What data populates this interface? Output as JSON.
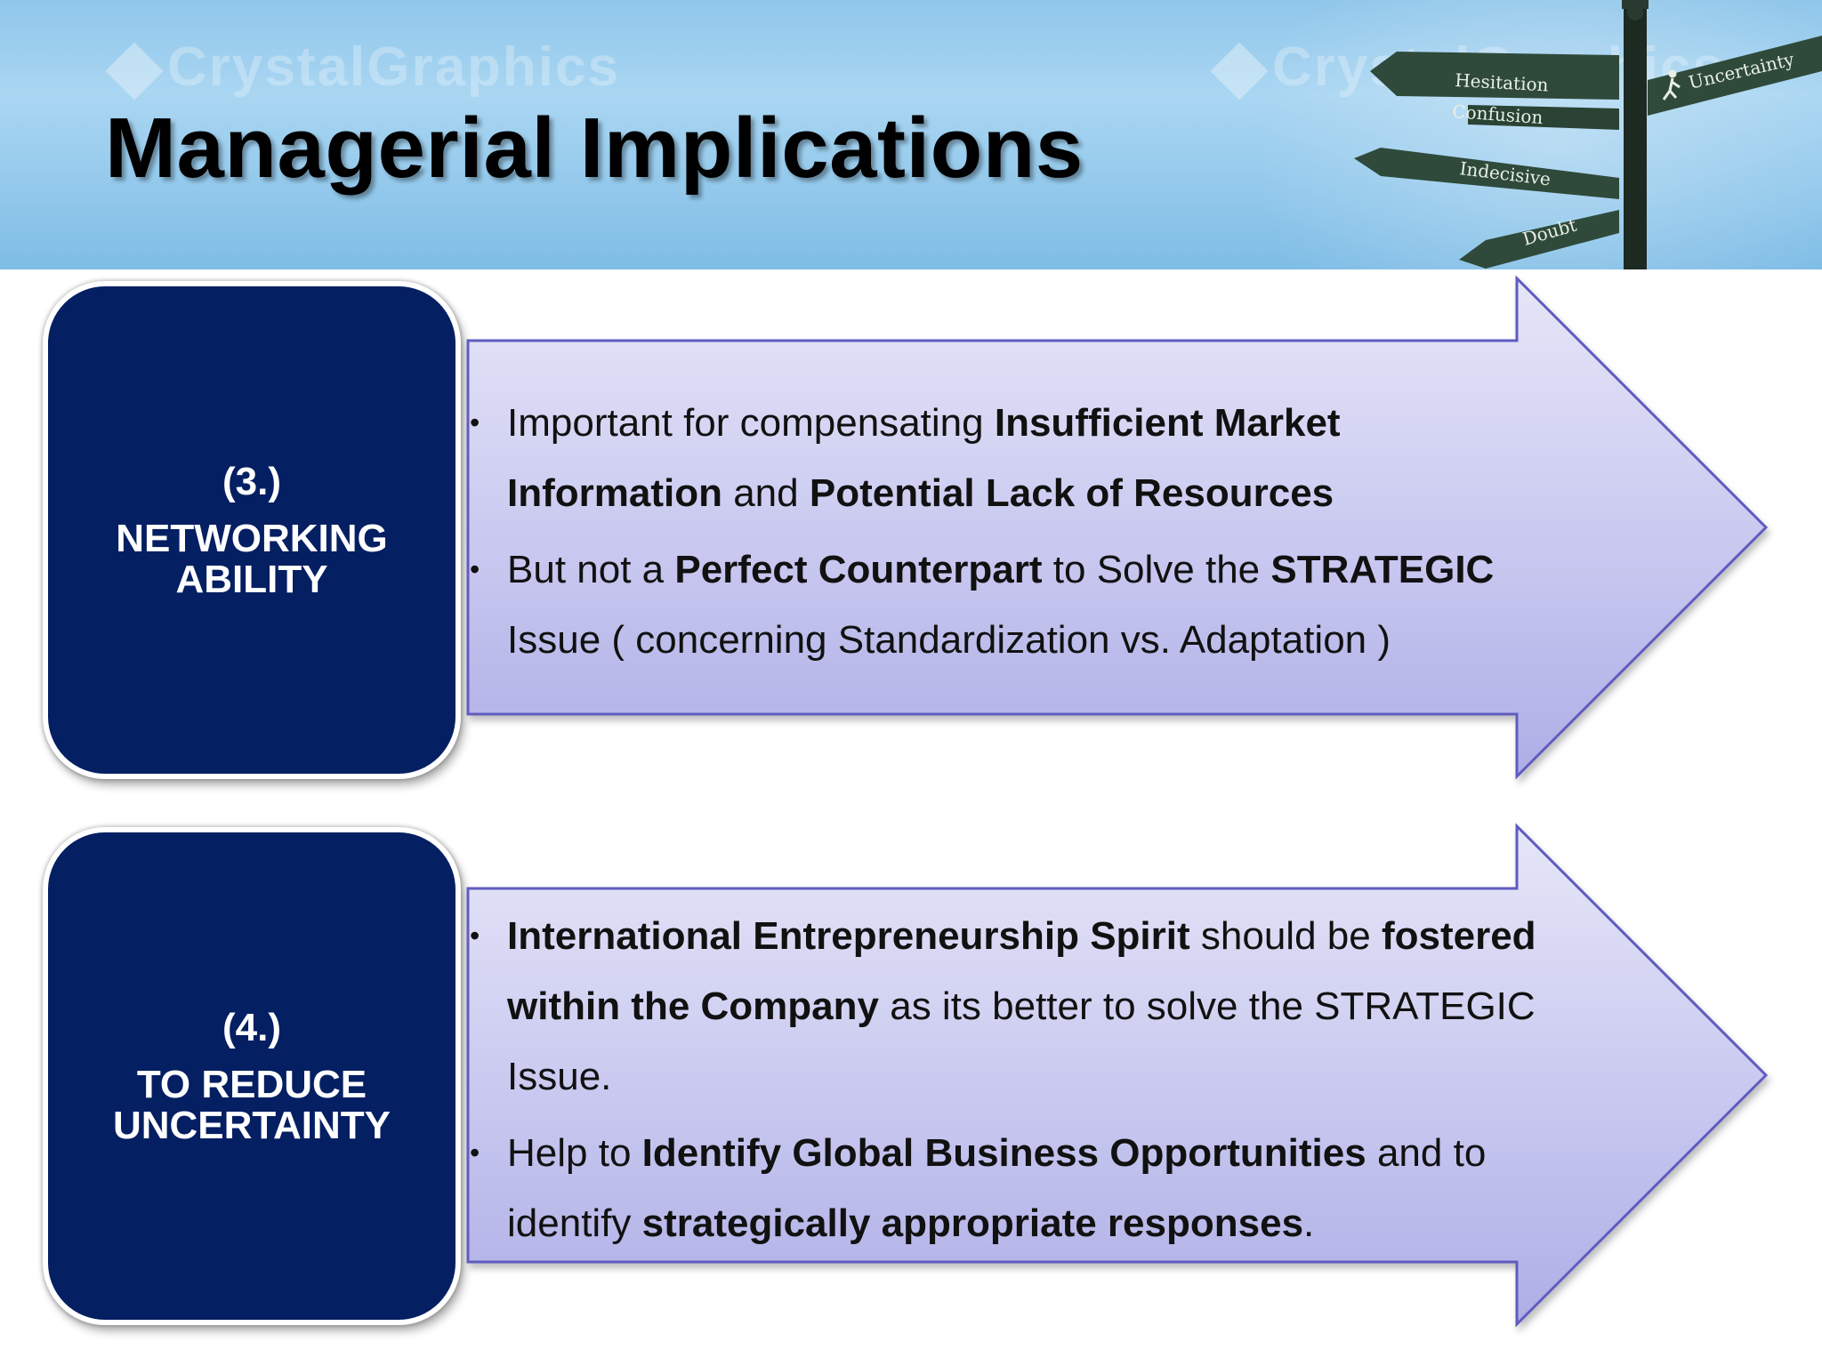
{
  "slide": {
    "title": "Managerial Implications"
  },
  "header": {
    "watermark_left": "CrystalGraphics",
    "watermark_right": "CrystalGraphics",
    "signpost_labels": [
      "Hesitation",
      "Confusion",
      "Indecisive",
      "Doubt",
      "Uncertainty"
    ]
  },
  "sections": [
    {
      "number": "(3.)",
      "label_line1": "NETWORKING",
      "label_line2": "ABILITY",
      "bullets": [
        {
          "b1_t1": "Important for compensating ",
          "b1_b1": "Insufficient Market Information",
          "b1_t2": " and ",
          "b1_b2": "Potential Lack of Resources"
        },
        {
          "b2_t1": "But not a ",
          "b2_b1": "Perfect Counterpart",
          "b2_t2": " to Solve the ",
          "b2_b2": "STRATEGIC",
          "b2_t3": " Issue  ( concerning Standardization vs. Adaptation )"
        }
      ]
    },
    {
      "number": "(4.)",
      "label_line1": "TO REDUCE",
      "label_line2": "UNCERTAINTY",
      "bullets": [
        {
          "b1_b1": "International Entrepreneurship Spirit",
          "b1_t1": " should be ",
          "b1_b2": "fostered within the Company",
          "b1_t2": " as its better to solve the STRATEGIC Issue."
        },
        {
          "b2_t1": "Help to  ",
          "b2_b1": "Identify Global Business Opportunities",
          "b2_t2": " and to identify ",
          "b2_b2": "strategically appropriate responses",
          "b2_t3": "."
        }
      ]
    }
  ],
  "colors": {
    "card_fill": "#041f62",
    "arrow_top": "#e6e6f8",
    "arrow_bottom": "#aeaee6",
    "arrow_stroke": "#5e5cc0"
  }
}
